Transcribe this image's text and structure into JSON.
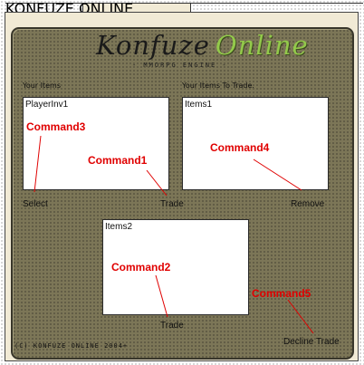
{
  "window": {
    "title": "KONFUZE ONLINE"
  },
  "logo": {
    "part1": "Konfuze",
    "part2": "Online",
    "subtitle": "- MMORPG ENGINE -"
  },
  "labels": {
    "your_items": "Your Items",
    "items_to_trade": "Your Items To Trade."
  },
  "lists": {
    "player_inv": "PlayerInv1",
    "items1": "Items1",
    "items2": "Items2"
  },
  "commands": {
    "c1": "Command1",
    "c2": "Command2",
    "c3": "Command3",
    "c4": "Command4",
    "c5": "Command5"
  },
  "buttons": {
    "select": "Select",
    "trade_top": "Trade",
    "remove": "Remove",
    "trade_bottom": "Trade",
    "decline": "Decline Trade"
  },
  "footer": {
    "copyright": "(C) KONFUZE ONLINE 2004+"
  },
  "colors": {
    "panel": "#7c7657",
    "command": "#e00000",
    "logo_online": "#93c94b"
  }
}
